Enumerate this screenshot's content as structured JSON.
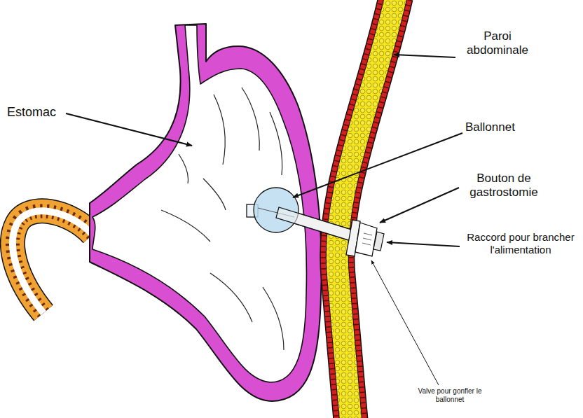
{
  "diagram": {
    "labels": [
      "Paroi abdominale",
      "Estomac",
      "Ballonnet",
      "Bouton de gastrostomie",
      "Raccord pour brancher l'alimentation",
      "Valve pour gonfler le ballonnet"
    ]
  }
}
